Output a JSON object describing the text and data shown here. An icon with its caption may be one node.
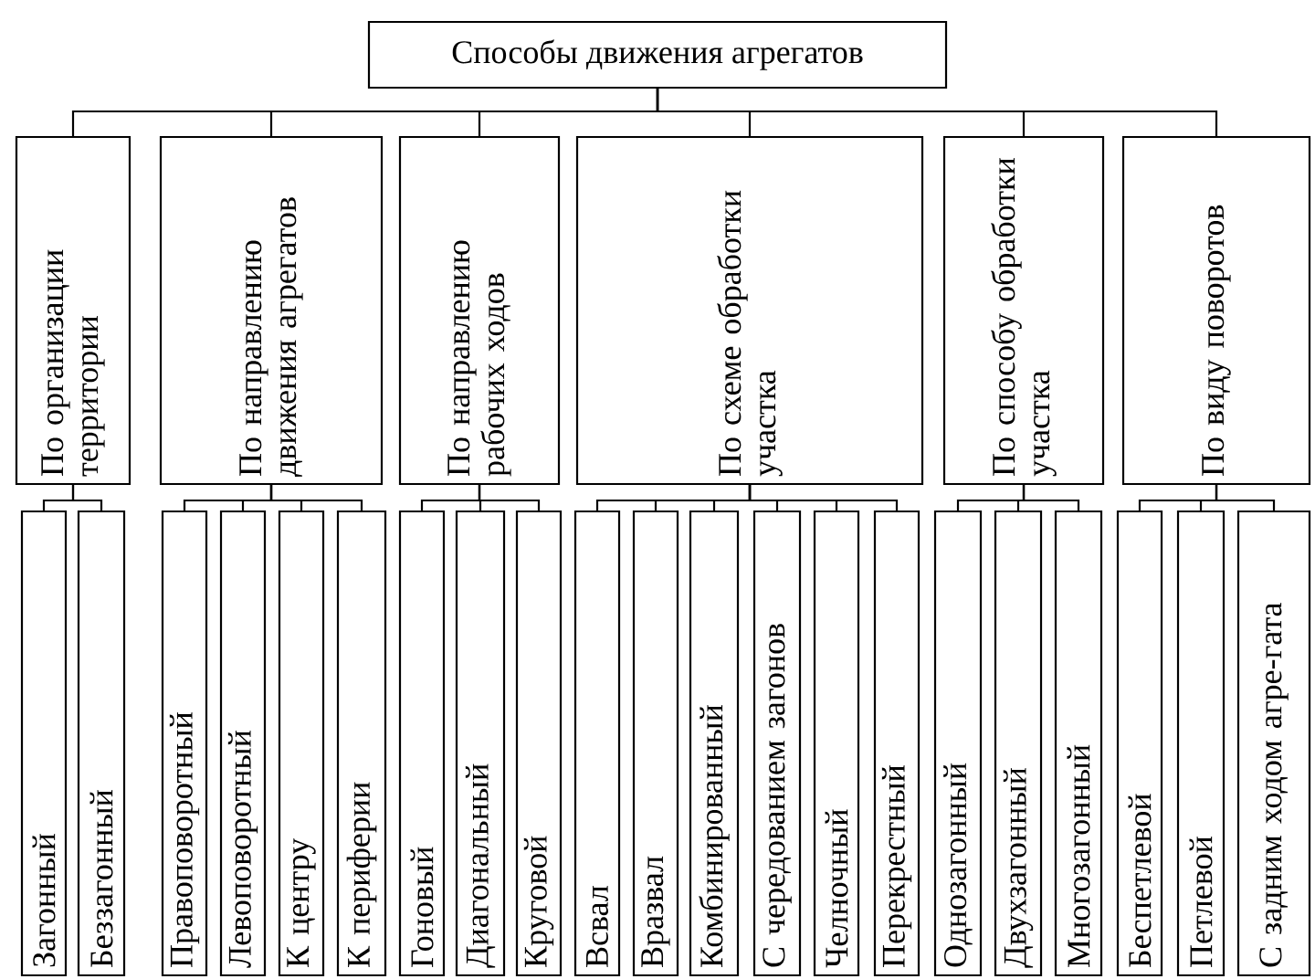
{
  "diagram": {
    "nodes": [
      {
        "text": [
          "Способы движения агрегатов"
        ]
      },
      {
        "text": [
          "По организации территории"
        ]
      },
      {
        "text": [
          "По направлению движения агрегатов"
        ]
      },
      {
        "text": [
          "По направлению рабочих ходов"
        ]
      },
      {
        "text": [
          "По схеме обработки участка"
        ]
      },
      {
        "text": [
          "По способу обработки участка"
        ]
      },
      {
        "text": [
          "По виду поворотов"
        ]
      },
      {
        "text": [
          "Загонный"
        ]
      },
      {
        "text": [
          "Беззагонный"
        ]
      },
      {
        "text": [
          "Правоповоротный"
        ]
      },
      {
        "text": [
          "Левоповоротный"
        ]
      },
      {
        "text": [
          "К центру"
        ]
      },
      {
        "text": [
          "К периферии"
        ]
      },
      {
        "text": [
          "Гоновый"
        ]
      },
      {
        "text": [
          "Диагональный"
        ]
      },
      {
        "text": [
          "Круговой"
        ]
      },
      {
        "text": [
          "Всвал"
        ]
      },
      {
        "text": [
          "Вразвал"
        ]
      },
      {
        "text": [
          "Комбинированный"
        ]
      },
      {
        "text": [
          "С чередованием загонов"
        ]
      },
      {
        "text": [
          "Челночный"
        ]
      },
      {
        "text": [
          "Перекрестный"
        ]
      },
      {
        "text": [
          "Однозагонный"
        ]
      },
      {
        "text": [
          "Двухзагонный"
        ]
      },
      {
        "text": [
          "Многозагонный"
        ]
      },
      {
        "text": [
          "Беспетлевой"
        ]
      },
      {
        "text": [
          "Петлевой"
        ]
      },
      {
        "text": [
          "С задним ходом агре-гата"
        ]
      }
    ],
    "edges": [
      {
        "from": 0,
        "to": 1,
        "arrow": "none"
      },
      {
        "from": 0,
        "to": 2,
        "arrow": "none"
      },
      {
        "from": 0,
        "to": 3,
        "arrow": "none"
      },
      {
        "from": 0,
        "to": 4,
        "arrow": "none"
      },
      {
        "from": 0,
        "to": 5,
        "arrow": "none"
      },
      {
        "from": 0,
        "to": 6,
        "arrow": "none"
      },
      {
        "from": 1,
        "to": 7,
        "arrow": "none"
      },
      {
        "from": 1,
        "to": 8,
        "arrow": "none"
      },
      {
        "from": 2,
        "to": 9,
        "arrow": "none"
      },
      {
        "from": 2,
        "to": 10,
        "arrow": "none"
      },
      {
        "from": 2,
        "to": 11,
        "arrow": "none"
      },
      {
        "from": 2,
        "to": 12,
        "arrow": "none"
      },
      {
        "from": 3,
        "to": 13,
        "arrow": "none"
      },
      {
        "from": 3,
        "to": 14,
        "arrow": "none"
      },
      {
        "from": 3,
        "to": 15,
        "arrow": "none"
      },
      {
        "from": 4,
        "to": 16,
        "arrow": "none"
      },
      {
        "from": 4,
        "to": 17,
        "arrow": "none"
      },
      {
        "from": 4,
        "to": 18,
        "arrow": "none"
      },
      {
        "from": 4,
        "to": 19,
        "arrow": "none"
      },
      {
        "from": 4,
        "to": 20,
        "arrow": "none"
      },
      {
        "from": 4,
        "to": 21,
        "arrow": "none"
      },
      {
        "from": 5,
        "to": 22,
        "arrow": "none"
      },
      {
        "from": 5,
        "to": 23,
        "arrow": "none"
      },
      {
        "from": 5,
        "to": 24,
        "arrow": "none"
      },
      {
        "from": 6,
        "to": 25,
        "arrow": "none"
      },
      {
        "from": 6,
        "to": 26,
        "arrow": "none"
      },
      {
        "from": 6,
        "to": 27,
        "arrow": "none"
      }
    ]
  }
}
